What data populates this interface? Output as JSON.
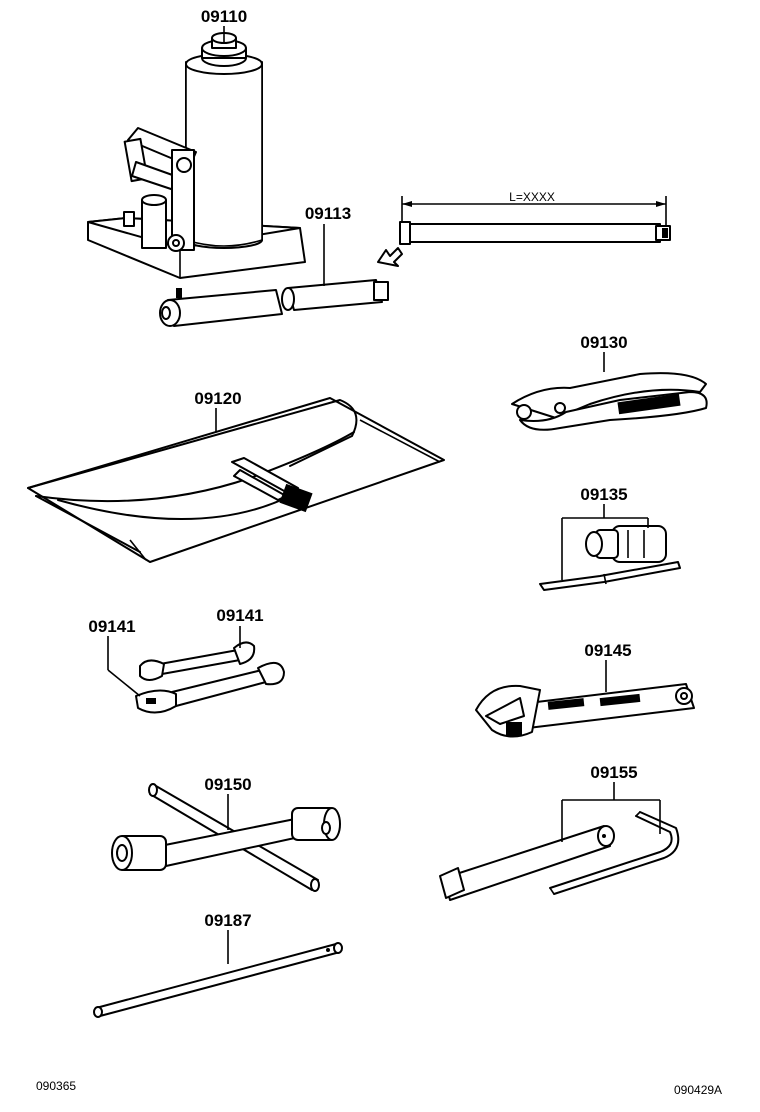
{
  "diagram": {
    "parts": [
      {
        "id": "jack",
        "number": "09110"
      },
      {
        "id": "jack-handle",
        "number": "09113"
      },
      {
        "id": "tool-bag",
        "number": "09120"
      },
      {
        "id": "pliers",
        "number": "09130"
      },
      {
        "id": "screwdriver",
        "number": "09135"
      },
      {
        "id": "wrench-right",
        "number": "09141"
      },
      {
        "id": "wrench-left",
        "number": "09141"
      },
      {
        "id": "adjustable-wrench",
        "number": "09145"
      },
      {
        "id": "lug-wrench",
        "number": "09150"
      },
      {
        "id": "plug-wrench",
        "number": "09155"
      },
      {
        "id": "bar",
        "number": "09187"
      }
    ],
    "length_label": "L=XXXX",
    "footer_left": "090365",
    "footer_right": "090429A"
  }
}
